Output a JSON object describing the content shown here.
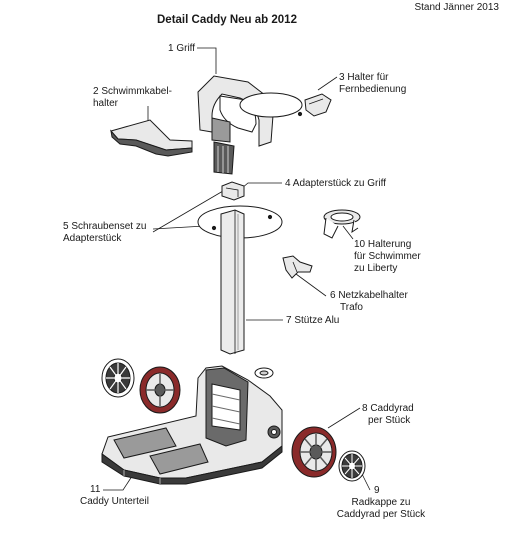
{
  "header": {
    "stand": "Stand Jänner 2013",
    "title": "Detail Caddy Neu ab 2012"
  },
  "parts": [
    {
      "lines": [
        "1 Griff"
      ]
    },
    {
      "lines": [
        "2 Schwimmkabel-",
        "halter"
      ]
    },
    {
      "lines": [
        "3 Halter für",
        "Fernbedienung"
      ]
    },
    {
      "lines": [
        "4 Adapterstück zu Griff"
      ]
    },
    {
      "lines": [
        "5 Schraubenset zu",
        "Adapterstück"
      ]
    },
    {
      "lines": [
        "10 Halterung",
        "für Schwimmer",
        "zu Liberty"
      ]
    },
    {
      "lines": [
        "6 Netzkabelhalter",
        "Trafo"
      ]
    },
    {
      "lines": [
        "7 Stütze Alu"
      ]
    },
    {
      "lines": [
        "8 Caddyrad",
        "per Stück"
      ]
    },
    {
      "lines": [
        "11",
        "Caddy Unterteil"
      ]
    },
    {
      "lines": [
        "9",
        "Radkappe zu",
        "Caddyrad per Stück"
      ]
    }
  ],
  "colors": {
    "line": "#1a1a1a",
    "part_fill": "#e9e9e9",
    "part_dark": "#5a5a5a",
    "wheel_red": "#8a2a2a"
  }
}
